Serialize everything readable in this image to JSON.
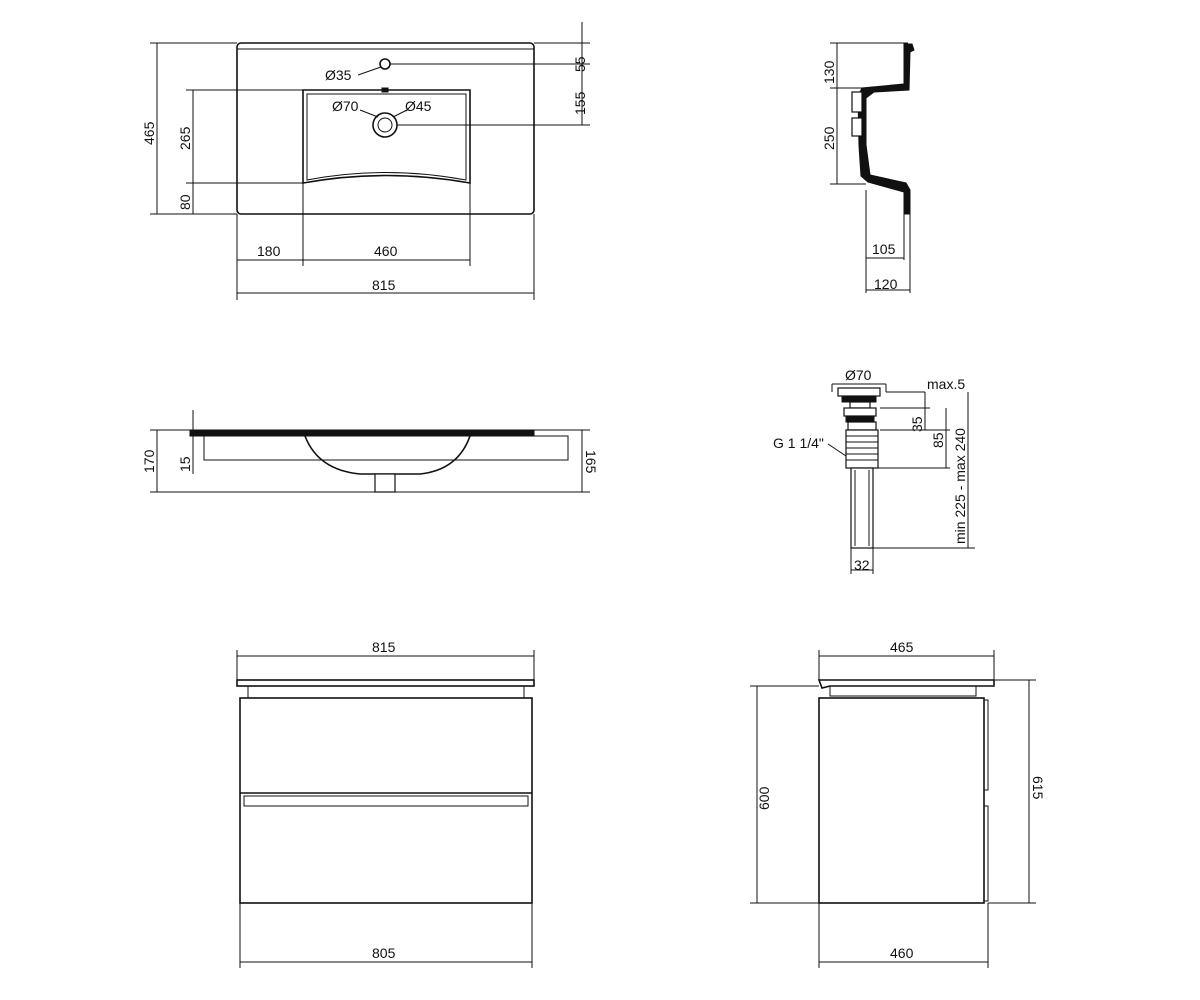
{
  "colors": {
    "line": "#111111",
    "background": "#ffffff"
  },
  "top_view": {
    "d_tap_hole": "Ø35",
    "d_drain": "Ø70",
    "d_overflow": "Ø45",
    "h_total": "465",
    "h_bowl": "265",
    "h_front": "80",
    "h_tap": "55",
    "h_drain": "155",
    "w_left": "180",
    "w_bowl": "460",
    "w_total": "815"
  },
  "side_section": {
    "h_top": "130",
    "h_bowl": "250",
    "w_inner": "105",
    "w_outer": "120"
  },
  "front_section": {
    "h_total": "170",
    "h_rim": "15",
    "h_side": "165"
  },
  "drain": {
    "d_cap": "Ø70",
    "max_gap": "max.5",
    "h_cap": "35",
    "h_body": "85",
    "thread": "G 1 1/4\"",
    "range": "min 225 - max 240",
    "pipe_d": "32"
  },
  "cabinet_front": {
    "w_top": "815",
    "w_bottom": "805"
  },
  "cabinet_side": {
    "d_top": "465",
    "d_bottom": "460",
    "h_body": "600",
    "h_total": "615"
  }
}
